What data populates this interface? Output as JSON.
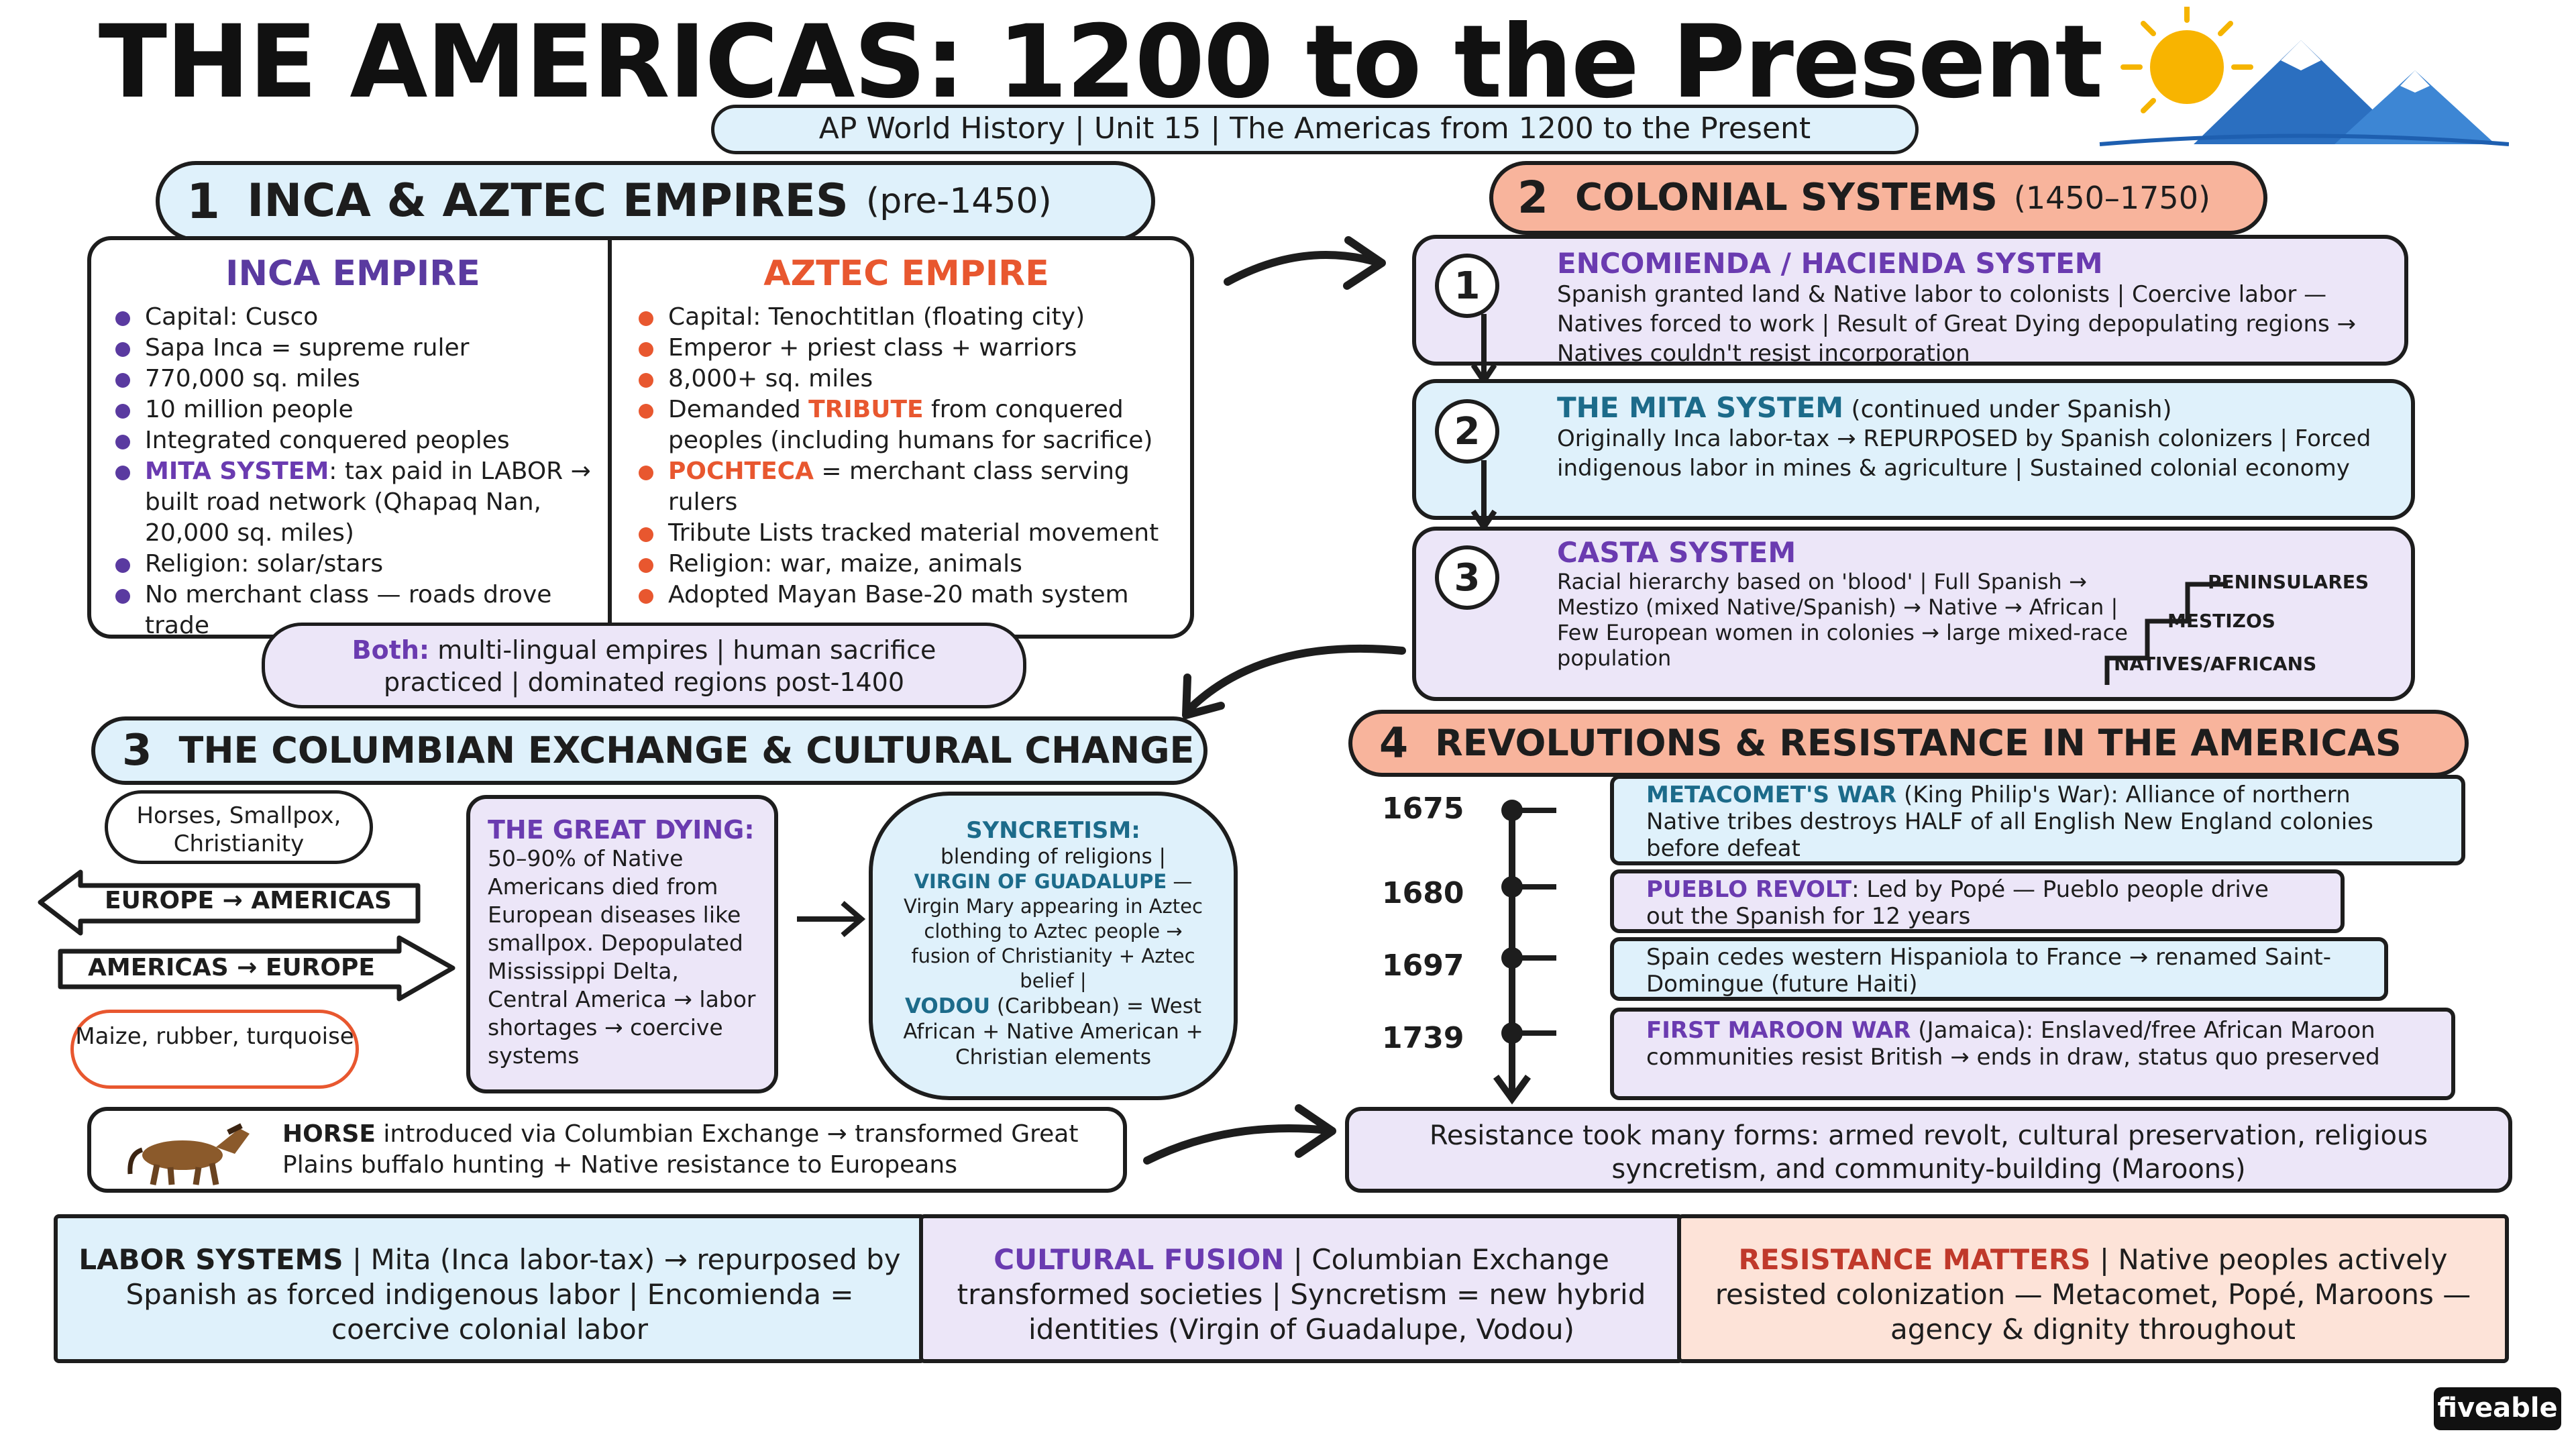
{
  "title": "THE AMERICAS: 1200 to the Present",
  "subtitle": "AP World History | Unit 15 | The Americas from 1200 to the Present",
  "section1": {
    "num": "1",
    "title": "INCA & AZTEC EMPIRES",
    "range": "(pre-1450)",
    "inca": {
      "title": "INCA EMPIRE",
      "items": [
        "Capital: Cusco",
        "Sapa Inca = supreme ruler",
        "770,000 sq. miles",
        "10 million people",
        "Integrated conquered peoples"
      ],
      "mita_label": "MITA SYSTEM",
      "mita_text": ": tax paid in LABOR → built road network (Qhapaq Nan, 20,000 sq. miles)",
      "items2": [
        "Religion: solar/stars",
        "No merchant class — roads drove trade"
      ]
    },
    "aztec": {
      "title": "AZTEC EMPIRE",
      "items": [
        "Capital: Tenochtitlan (floating city)",
        "Emperor + priest class + warriors",
        "8,000+ sq. miles"
      ],
      "tribute_pre": "Demanded ",
      "tribute_label": "TRIBUTE",
      "tribute_post": " from conquered peoples (including humans for sacrifice)",
      "pochteca_label": "POCHTECA",
      "pochteca_text": " = merchant class serving rulers",
      "items2": [
        "Tribute Lists tracked material movement",
        "Religion: war, maize, animals",
        "Adopted Mayan Base-20 math system"
      ]
    },
    "both_label": "Both:",
    "both_text": " multi-lingual empires | human sacrifice practiced | dominated regions post-1400"
  },
  "section2": {
    "num": "2",
    "title": "COLONIAL SYSTEMS",
    "range": "(1450–1750)",
    "items": [
      {
        "num": "1",
        "title": "ENCOMIENDA / HACIENDA SYSTEM",
        "note": "",
        "text": "Spanish granted land & Native labor to colonists | Coercive labor — Natives forced to work | Result of Great Dying depopulating regions → Natives couldn't resist incorporation"
      },
      {
        "num": "2",
        "title": "THE MITA SYSTEM",
        "note": " (continued under Spanish)",
        "text": "Originally Inca labor-tax → REPURPOSED by Spanish colonizers | Forced indigenous labor in mines & agriculture | Sustained colonial economy"
      },
      {
        "num": "3",
        "title": "CASTA SYSTEM",
        "note": "",
        "text": "Racial hierarchy based on 'blood' | Full Spanish → Mestizo (mixed Native/Spanish) → Native → African | Few European women in colonies → large mixed-race population"
      }
    ],
    "stairs": [
      "PENINSULARES",
      "MESTIZOS",
      "NATIVES/AFRICANS"
    ]
  },
  "section3": {
    "num": "3",
    "title": "THE COLUMBIAN EXCHANGE & CULTURAL CHANGE",
    "bubble_top": "Horses, Smallpox, Christianity",
    "arrow_left": "EUROPE → AMERICAS",
    "arrow_right": "AMERICAS → EUROPE",
    "bubble_bottom": "Maize, rubber, turquoise",
    "dying_label": "THE GREAT DYING:",
    "dying_text": "50–90% of Native Americans died from European diseases like smallpox. Depopulated Mississippi Delta, Central America → labor shortages → coercive systems",
    "sync_label": "SYNCRETISM:",
    "sync_text1": "blending of religions |",
    "virgin_label": "VIRGIN OF GUADALUPE",
    "virgin_text": " — Virgin Mary appearing in Aztec clothing to Aztec people → fusion of Christianity + Aztec belief |",
    "vodou_label": "VODOU",
    "vodou_text": " (Caribbean) = West African + Native American + Christian elements",
    "horse_label": "HORSE",
    "horse_text": " introduced via Columbian Exchange → transformed Great Plains buffalo hunting + Native resistance to Europeans"
  },
  "section4": {
    "num": "4",
    "title": "REVOLUTIONS & RESISTANCE IN THE AMERICAS",
    "events": [
      {
        "year": "1675",
        "label": "METACOMET'S WAR",
        "text": " (King Philip's War): Alliance of northern Native tribes destroys HALF of all English New England colonies before defeat"
      },
      {
        "year": "1680",
        "label": "PUEBLO REVOLT",
        "text": ": Led by Popé — Pueblo people drive out the Spanish for 12 years"
      },
      {
        "year": "1697",
        "label": "",
        "text": "Spain cedes western Hispaniola to France → renamed Saint-Domingue (future Haiti)"
      },
      {
        "year": "1739",
        "label": "FIRST MAROON WAR",
        "text": " (Jamaica): Enslaved/free African Maroon communities resist British → ends in draw, status quo preserved"
      }
    ],
    "summary": "Resistance took many forms: armed revolt, cultural preservation, religious syncretism, and community-building (Maroons)"
  },
  "bottom": [
    {
      "label": "LABOR SYSTEMS",
      "text": " | Mita (Inca labor-tax) → repurposed by Spanish as forced indigenous labor | Encomienda = coercive colonial labor"
    },
    {
      "label": "CULTURAL FUSION",
      "text": " | Columbian Exchange transformed societies | Syncretism = new hybrid identities (Virgin of Guadalupe, Vodou)"
    },
    {
      "label": "RESISTANCE MATTERS",
      "text": " | Native peoples actively resisted colonization — Metacomet, Popé, Maroons — agency & dignity throughout"
    }
  ],
  "brand": "fiveable",
  "colors": {
    "lightblue": "#dff1fb",
    "salmon": "#f8b49c",
    "lavender": "#ece6f8",
    "peach": "#fde3d8",
    "purple": "#6a3bb0",
    "orange": "#e8572f",
    "teal": "#1c6b8a"
  },
  "icons": [
    "sun-mountains-icon",
    "horse-icon",
    "arrow-icon"
  ]
}
